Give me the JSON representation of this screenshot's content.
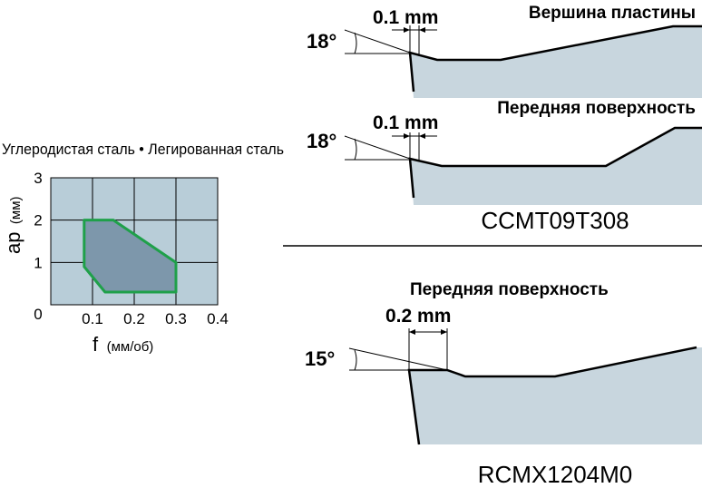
{
  "chart_data": {
    "type": "area",
    "title": "Углеродистая сталь • Легированная сталь",
    "xlabel": "f",
    "xlabel_unit": "(мм/об)",
    "ylabel": "ap",
    "ylabel_unit": "(мм)",
    "xlim": [
      0,
      0.4
    ],
    "ylim": [
      0,
      3
    ],
    "x_ticks": [
      "0.1",
      "0.2",
      "0.3",
      "0.4"
    ],
    "y_ticks": [
      "3",
      "2",
      "1",
      "0"
    ],
    "grid": true,
    "region": [
      {
        "x": 0.08,
        "y": 2.0
      },
      {
        "x": 0.15,
        "y": 2.0
      },
      {
        "x": 0.3,
        "y": 1.0
      },
      {
        "x": 0.3,
        "y": 0.3
      },
      {
        "x": 0.13,
        "y": 0.3
      },
      {
        "x": 0.08,
        "y": 0.9
      }
    ],
    "colors": {
      "plot_bg": "#b8cdd8",
      "region_fill": "#7d97ab",
      "region_edge": "#1fa04a",
      "grid": "#000000"
    }
  },
  "profiles": [
    {
      "title": "Вершина пластины",
      "angle": "18°",
      "width": "0.1 mm",
      "model": ""
    },
    {
      "title": "Передняя поверхность",
      "angle": "18°",
      "width": "0.1 mm",
      "model": "CCMT09T308"
    },
    {
      "title": "Передняя поверхность",
      "angle": "15°",
      "width": "0.2 mm",
      "model": "RCMX1204M0"
    }
  ],
  "colors": {
    "insert_fill": "#c8d6de"
  }
}
